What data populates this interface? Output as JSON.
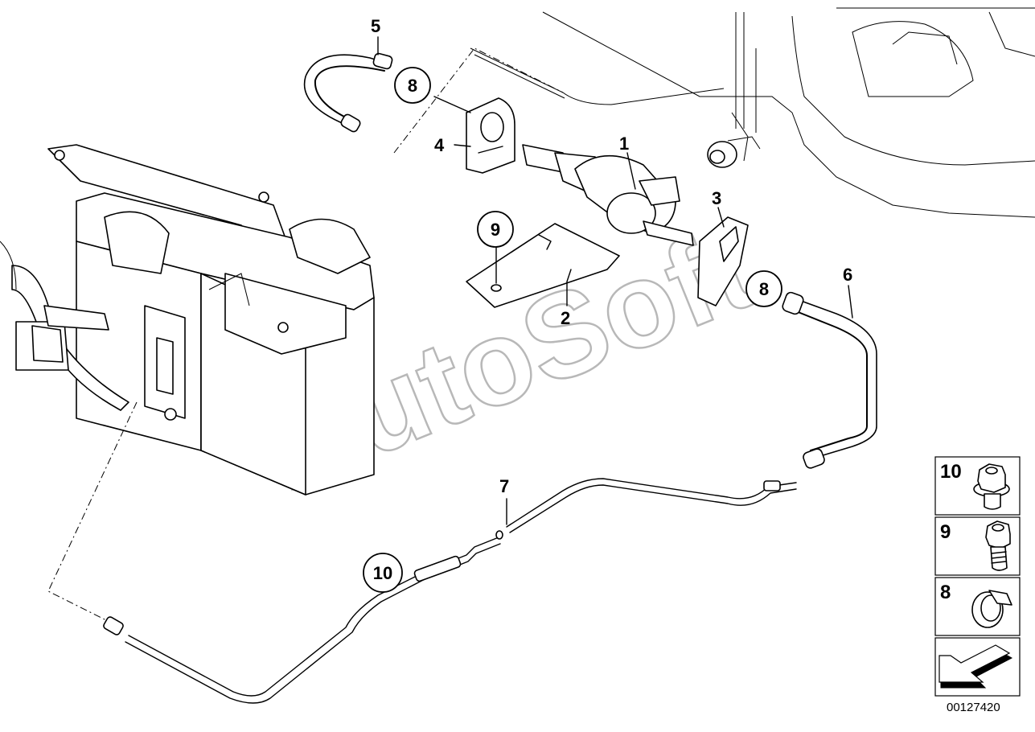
{
  "watermark": "AutoSoft",
  "diagram_id": "00127420",
  "callouts": [
    {
      "label": "1"
    },
    {
      "label": "2"
    },
    {
      "label": "3"
    },
    {
      "label": "4"
    },
    {
      "label": "5"
    },
    {
      "label": "6"
    },
    {
      "label": "7"
    }
  ],
  "circled_callouts": [
    {
      "label": "8"
    },
    {
      "label": "8"
    },
    {
      "label": "9"
    },
    {
      "label": "10"
    }
  ],
  "legend": [
    {
      "label": "10",
      "icon": "flange-nut-icon"
    },
    {
      "label": "9",
      "icon": "hex-bolt-icon"
    },
    {
      "label": "8",
      "icon": "hose-clamp-icon"
    },
    {
      "label": "",
      "icon": "arrow-pointer-icon"
    }
  ]
}
